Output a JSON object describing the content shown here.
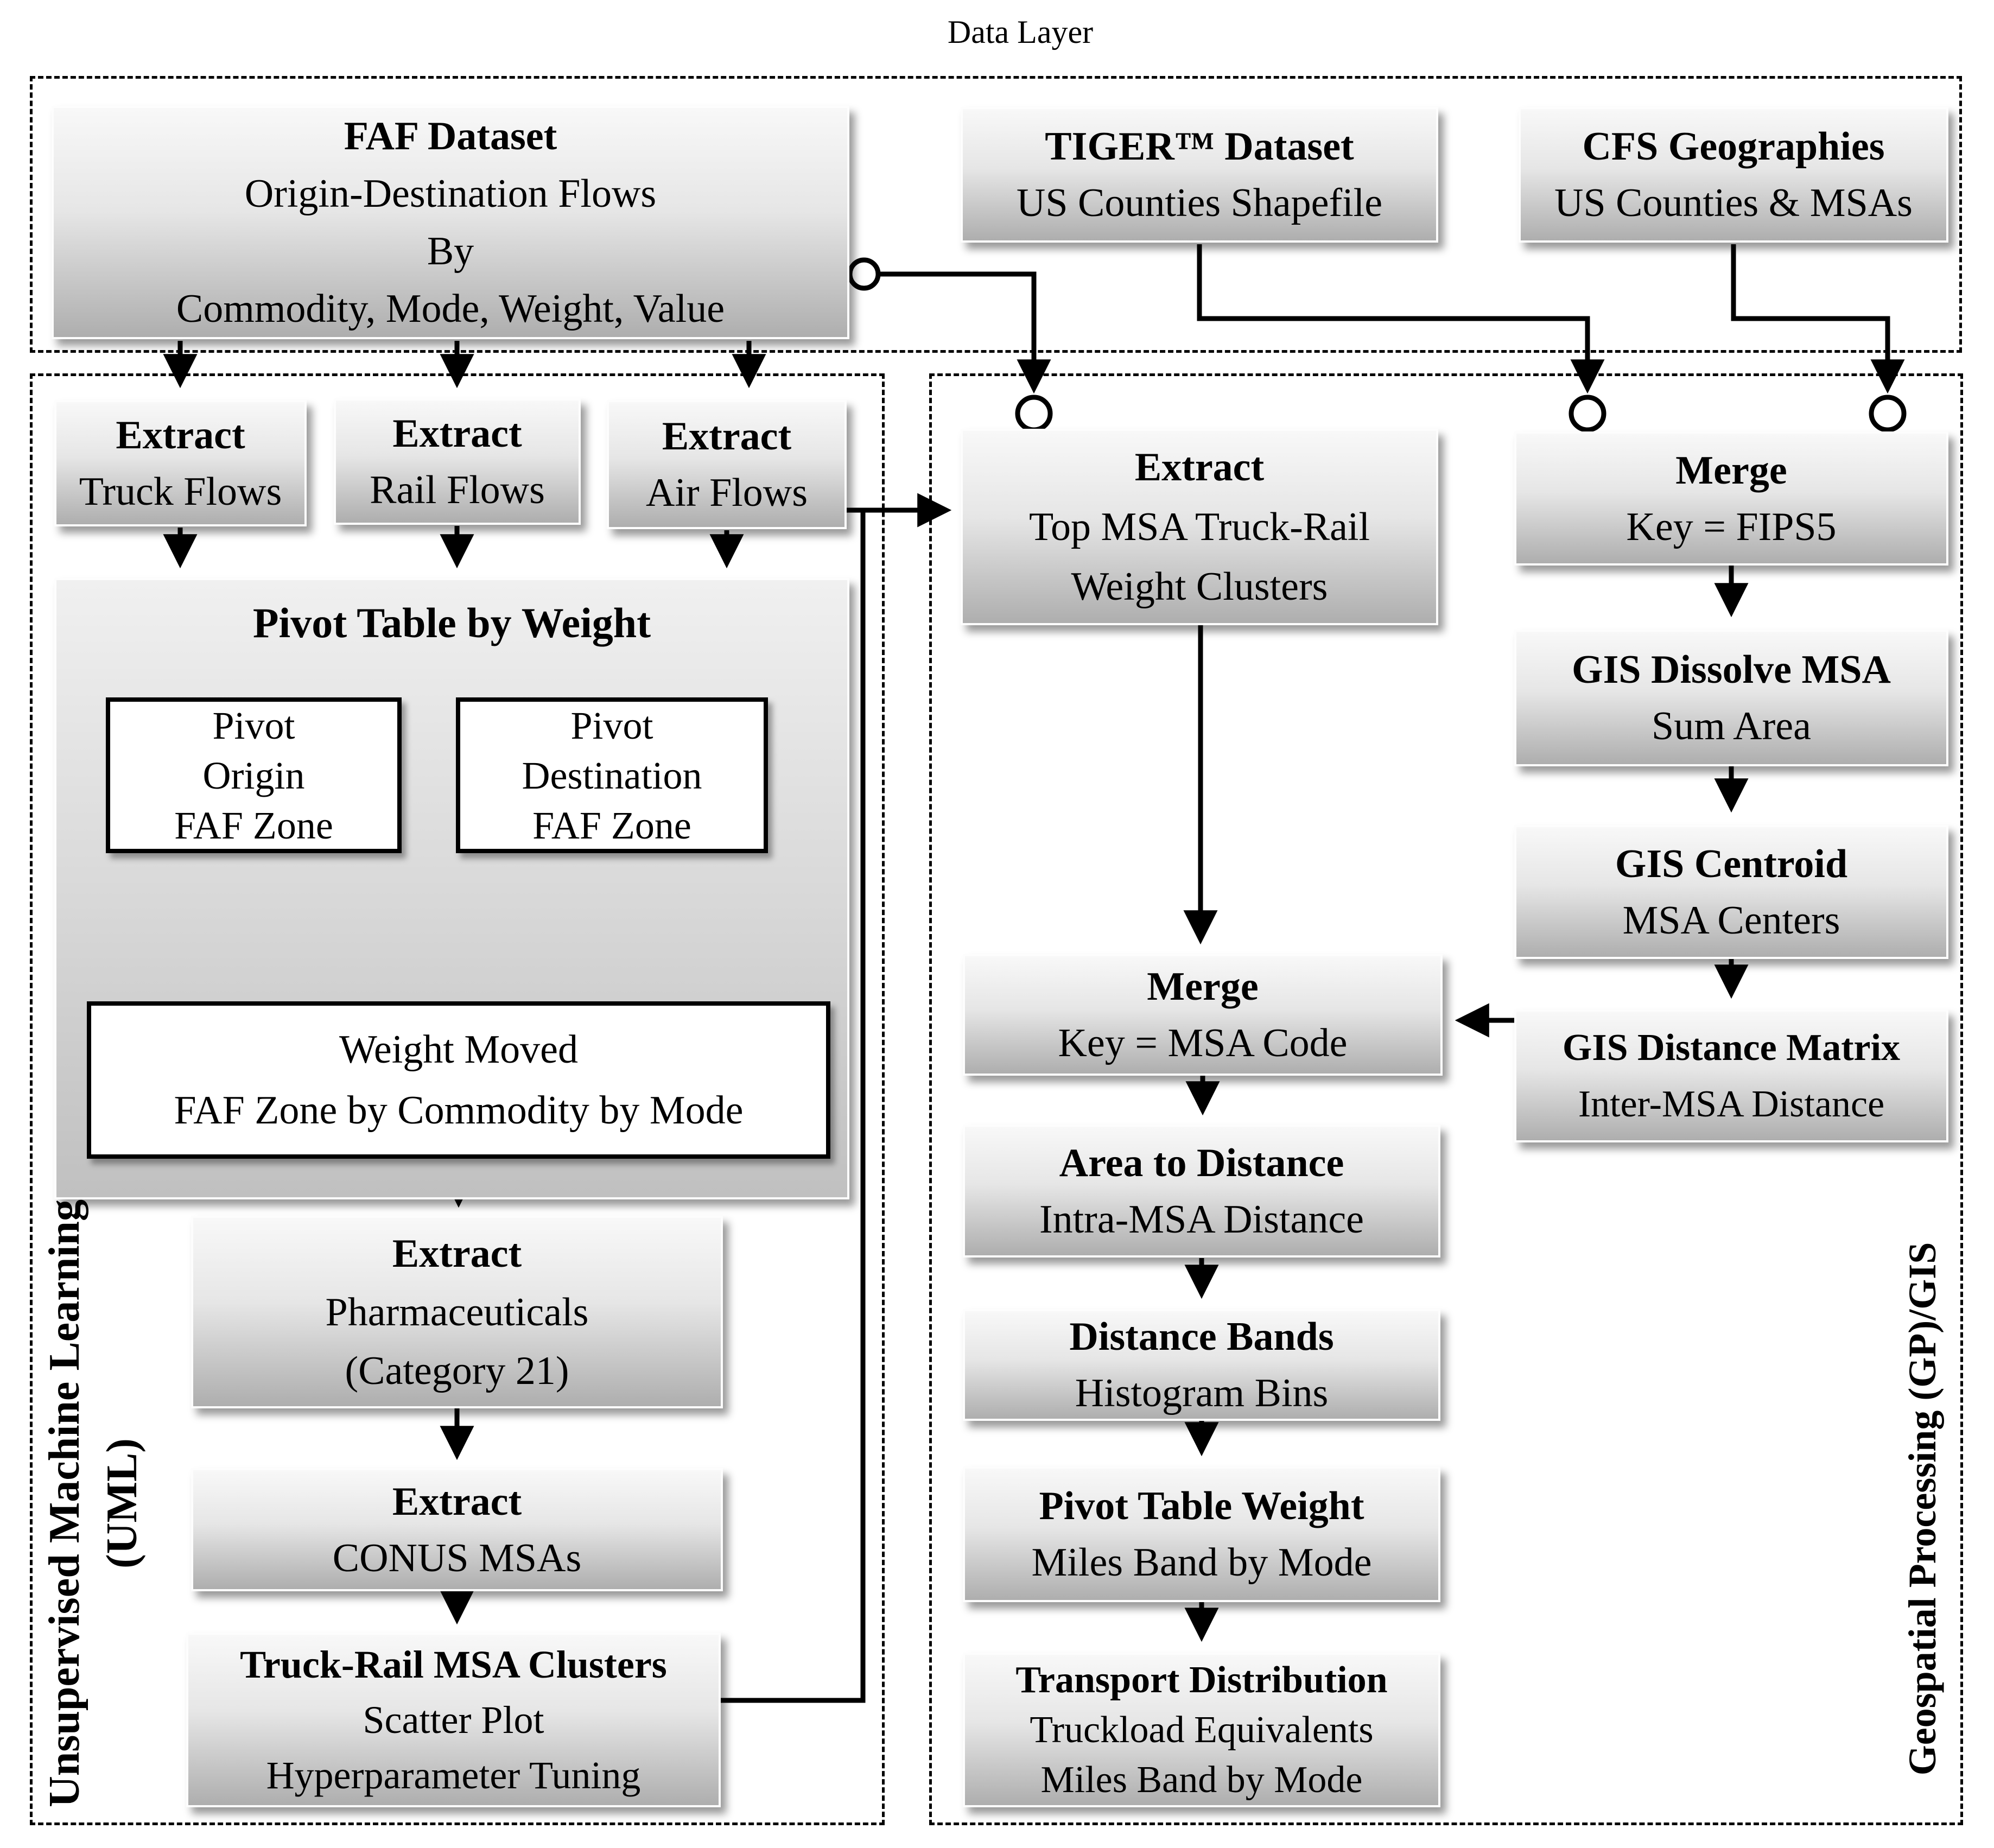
{
  "diagram_title": "Data Layer",
  "panels": {
    "uml_label_line1": "Unsupervised Machine Learning",
    "uml_label_line2": "(UML)",
    "gis_label": "Geospatial Processing (GP)/GIS"
  },
  "boxes": {
    "faf": {
      "lines": [
        "FAF Dataset",
        "Origin-Destination Flows",
        "By",
        "Commodity, Mode, Weight, Value"
      ]
    },
    "tiger": {
      "lines": [
        "TIGER™ Dataset",
        "US Counties Shapefile"
      ]
    },
    "cfs": {
      "lines": [
        "CFS Geographies",
        "US Counties & MSAs"
      ]
    },
    "extract_truck": {
      "lines": [
        "Extract",
        "Truck Flows"
      ]
    },
    "extract_rail": {
      "lines": [
        "Extract",
        "Rail Flows"
      ]
    },
    "extract_air": {
      "lines": [
        "Extract",
        "Air Flows"
      ]
    },
    "pivot_table": {
      "title": "Pivot Table by Weight"
    },
    "pivot_origin": {
      "lines": [
        "Pivot",
        "Origin",
        "FAF Zone"
      ]
    },
    "pivot_destination": {
      "lines": [
        "Pivot",
        "Destination",
        "FAF Zone"
      ]
    },
    "weight_moved": {
      "lines": [
        "Weight Moved",
        "FAF Zone by Commodity by Mode"
      ]
    },
    "extract_pharma": {
      "lines": [
        "Extract",
        "Pharmaceuticals",
        "(Category 21)"
      ]
    },
    "extract_conus": {
      "lines": [
        "Extract",
        "CONUS MSAs"
      ]
    },
    "truck_rail_clusters": {
      "lines": [
        "Truck-Rail MSA Clusters",
        "Scatter Plot",
        "Hyperparameter Tuning"
      ]
    },
    "extract_top_msa": {
      "lines": [
        "Extract",
        "Top MSA Truck-Rail",
        "Weight Clusters"
      ]
    },
    "merge_msa": {
      "lines": [
        "Merge",
        "Key = MSA Code"
      ]
    },
    "area_to_distance": {
      "lines": [
        "Area to Distance",
        "Intra-MSA Distance"
      ]
    },
    "distance_bands": {
      "lines": [
        "Distance Bands",
        "Histogram Bins"
      ]
    },
    "pivot_weight": {
      "lines": [
        "Pivot Table Weight",
        "Miles Band by Mode"
      ]
    },
    "transport_distribution": {
      "lines": [
        "Transport Distribution",
        "Truckload Equivalents",
        "Miles Band by Mode"
      ]
    },
    "merge_fips": {
      "lines": [
        "Merge",
        "Key = FIPS5"
      ]
    },
    "gis_dissolve": {
      "lines": [
        "GIS Dissolve MSA",
        "Sum Area"
      ]
    },
    "gis_centroid": {
      "lines": [
        "GIS Centroid",
        "MSA Centers"
      ]
    },
    "gis_distance": {
      "lines": [
        "GIS Distance Matrix",
        "Inter-MSA Distance"
      ]
    }
  },
  "colors": {
    "page_bg": "#ffffff",
    "box_gradient_top": "#f8f8f8",
    "box_gradient_bottom": "#aeaeae",
    "white_box_bg": "#ffffff",
    "line_color": "#000000",
    "text_color": "#000000",
    "panel_border": "#000000"
  }
}
